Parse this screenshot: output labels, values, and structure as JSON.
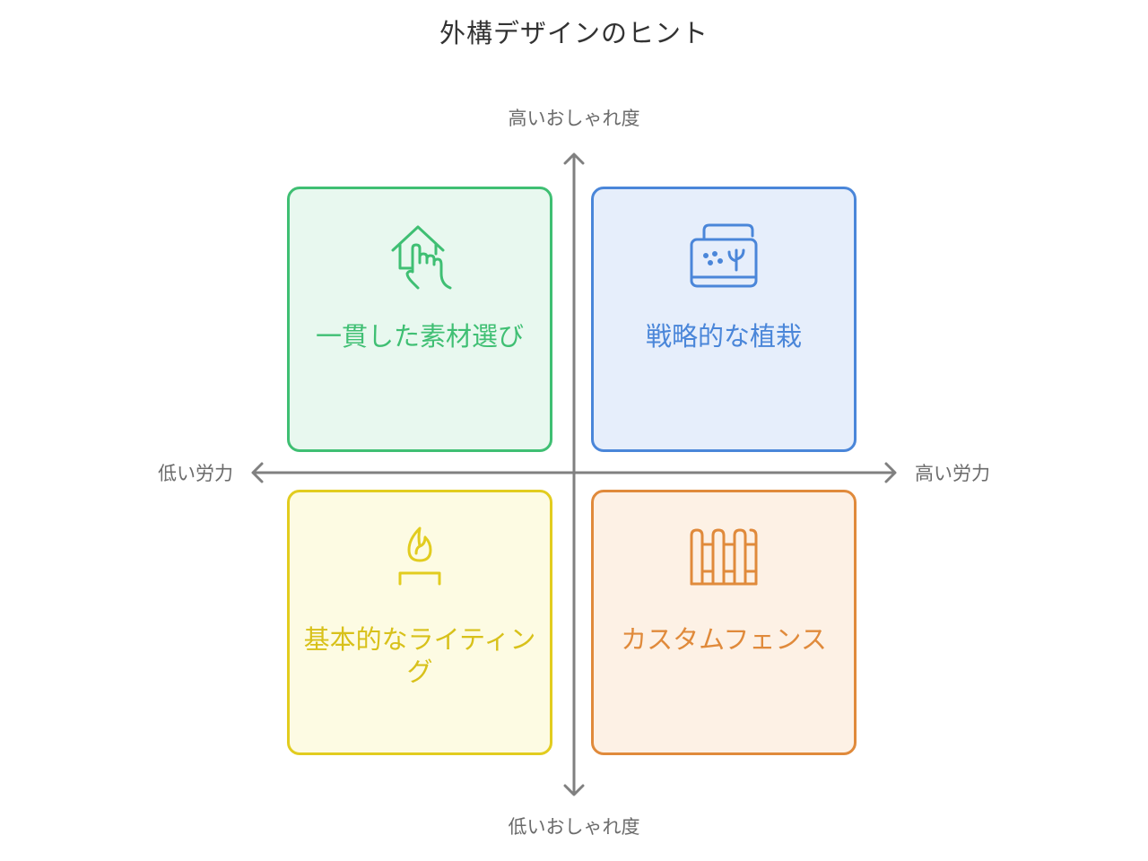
{
  "title": "外構デザインのヒント",
  "axes": {
    "top": "高いおしゃれ度",
    "bottom": "低いおしゃれ度",
    "left": "低い労力",
    "right": "高い労力"
  },
  "quadrants": {
    "top_left": {
      "label": "一貫した素材選び",
      "icon": "house-hand-icon",
      "color": "#3fbf73"
    },
    "top_right": {
      "label": "戦略的な植栽",
      "icon": "planter-icon",
      "color": "#4a86d9"
    },
    "bottom_left": {
      "label": "基本的なライティング",
      "icon": "flame-light-icon",
      "color": "#e2cc1f"
    },
    "bottom_right": {
      "label": "カスタムフェンス",
      "icon": "fence-icon",
      "color": "#e08a3b"
    }
  }
}
